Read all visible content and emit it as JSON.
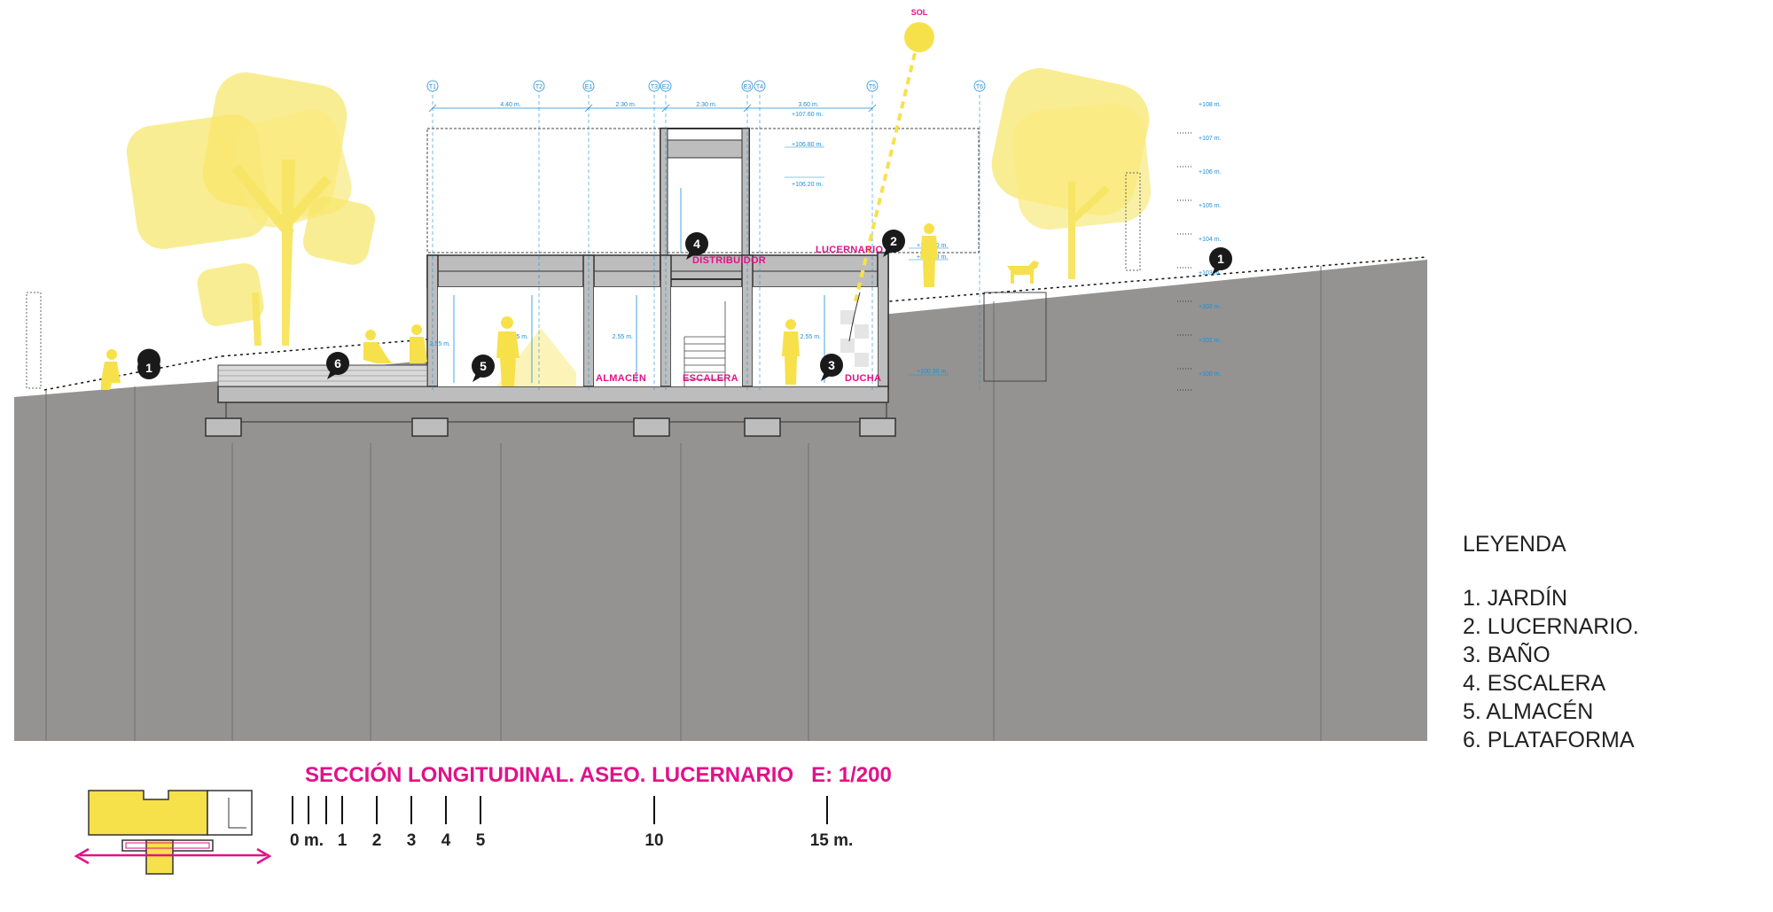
{
  "title": "SECCIÓN LONGITUDINAL. ASEO. LUCERNARIO   E: 1/200",
  "sun_label": "SOL",
  "colors": {
    "ground": "#949392",
    "accent": "#e0128a",
    "yellow": "#f6e14b",
    "dimension": "#1a8fd8",
    "concrete": "#bdbdbd"
  },
  "legend": {
    "title": "LEYENDA",
    "items": [
      "1. JARDÍN",
      "2. LUCERNARIO.",
      "3. BAÑO",
      "4. ESCALERA",
      "5. ALMACÉN",
      "6. PLATAFORMA"
    ]
  },
  "rooms": {
    "distribuidor": "DISTRIBUIDOR",
    "lucernario": "LUCERNARIO",
    "almacen": "ALMACÉN",
    "escalera": "ESCALERA",
    "ducha": "DUCHA"
  },
  "markers": {
    "m1a": "1",
    "m1b": "1",
    "m2": "2",
    "m3": "3",
    "m4": "4",
    "m5": "5",
    "m6": "6"
  },
  "scale_bar": {
    "labels": [
      "0 m.",
      "1",
      "2",
      "3",
      "4",
      "5",
      "10",
      "15 m."
    ]
  },
  "dimensions": {
    "d1": "4.40 m.",
    "d2": "2.30 m.",
    "d3": "2.30 m.",
    "d4": "3.60 m.",
    "h1": "2.55 m.",
    "h2": "2.55 m.",
    "h3": "2.55 m.",
    "h4": "2.55 m."
  },
  "levels_building": {
    "l1": "+107.60 m.",
    "l2": "+106.80 m.",
    "l3": "+106.20 m.",
    "l4": "+103.90 m.",
    "l5": "+103.50 m.",
    "l6": "+100.30 m."
  },
  "levels_scale": [
    "+108 m.",
    "+107 m.",
    "+106 m.",
    "+105 m.",
    "+104 m.",
    "+103 m.",
    "+102 m.",
    "+101 m.",
    "+100 m."
  ],
  "axes": {
    "a1": "T1",
    "a2": "T2",
    "a3": "E1",
    "a4": "T3",
    "a5": "E2",
    "a6": "E3",
    "a7": "T4",
    "a8": "T5",
    "a9": "T6"
  }
}
